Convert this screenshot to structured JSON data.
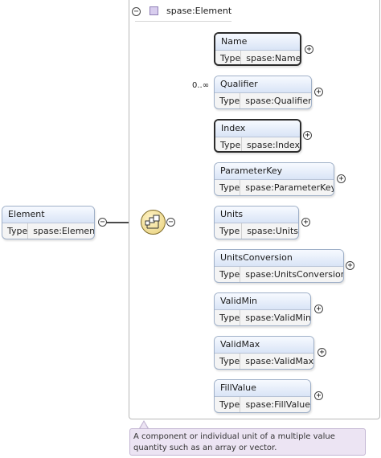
{
  "root": {
    "name": "Element",
    "type_key": "Type",
    "type_value": "spase:Element"
  },
  "group": {
    "label": "spase:Element"
  },
  "children": [
    {
      "name": "Name",
      "type_key": "Type",
      "type_value": "spase:Name",
      "occurs": ""
    },
    {
      "name": "Qualifier",
      "type_key": "Type",
      "type_value": "spase:Qualifier",
      "occurs": "0..∞"
    },
    {
      "name": "Index",
      "type_key": "Type",
      "type_value": "spase:Index",
      "occurs": ""
    },
    {
      "name": "ParameterKey",
      "type_key": "Type",
      "type_value": "spase:ParameterKey",
      "occurs": ""
    },
    {
      "name": "Units",
      "type_key": "Type",
      "type_value": "spase:Units",
      "occurs": ""
    },
    {
      "name": "UnitsConversion",
      "type_key": "Type",
      "type_value": "spase:UnitsConversion",
      "occurs": ""
    },
    {
      "name": "ValidMin",
      "type_key": "Type",
      "type_value": "spase:ValidMin",
      "occurs": ""
    },
    {
      "name": "ValidMax",
      "type_key": "Type",
      "type_value": "spase:ValidMax",
      "occurs": ""
    },
    {
      "name": "FillValue",
      "type_key": "Type",
      "type_value": "spase:FillValue",
      "occurs": ""
    }
  ],
  "documentation": "A component or individual unit of a multiple value quantity such as an array or vector.",
  "icons": {
    "collapse": "minus-circle-icon",
    "expand": "plus-circle-icon",
    "sequence": "sequence-compositor-icon",
    "group": "complex-type-icon"
  }
}
